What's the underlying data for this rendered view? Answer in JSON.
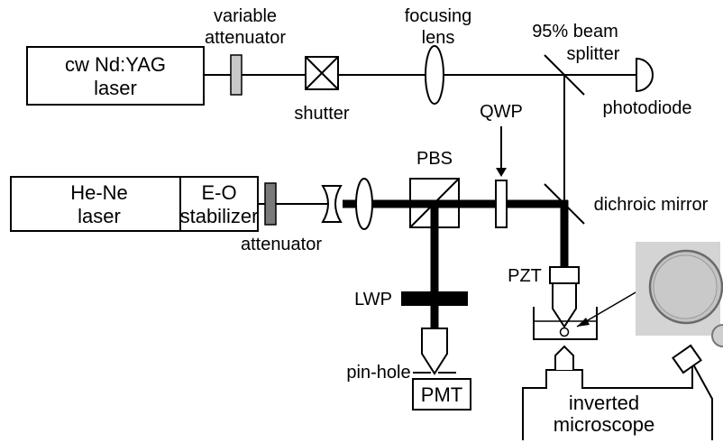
{
  "labels": {
    "variable_attenuator": [
      "variable",
      "attenuator"
    ],
    "focusing_lens": [
      "focusing",
      "lens"
    ],
    "beam_splitter": [
      "95% beam",
      "splitter"
    ],
    "nd_yag_laser": [
      "cw Nd:YAG",
      "laser"
    ],
    "shutter": "shutter",
    "photodiode": "photodiode",
    "qwp": "QWP",
    "pbs": "PBS",
    "he_ne_laser": [
      "He-Ne",
      "laser"
    ],
    "eo_stabilizer": [
      "E-O",
      "stabilizer"
    ],
    "attenuator": "attenuator",
    "dichroic_mirror": "dichroic mirror",
    "pzt": "PZT",
    "lwp": "LWP",
    "pin_hole": "pin-hole",
    "pmt": "PMT",
    "inverted_microscope": [
      "inverted",
      "microscope"
    ]
  },
  "colors": {
    "variable_attenuator_fill": "#c8c8c8",
    "attenuator_fill": "#7a7a7a",
    "micrograph_bg": "#d4d4d4"
  }
}
